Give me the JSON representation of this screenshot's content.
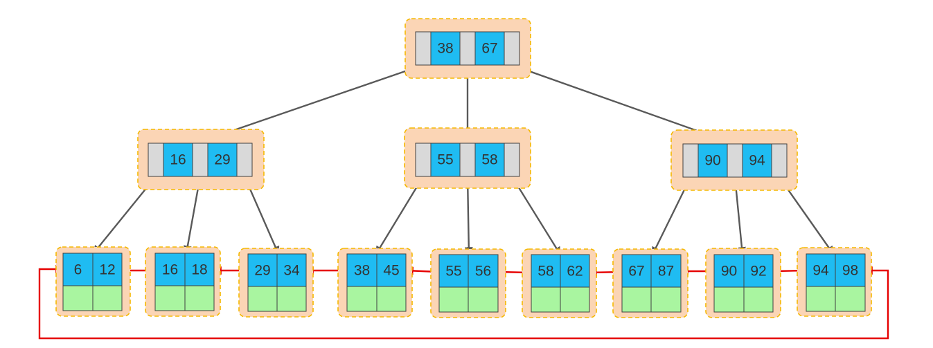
{
  "colors": {
    "node_fill": "#FBD5B5",
    "node_border": "#F5B800",
    "pointer_cell": "#D9D9D9",
    "key_cell": "#1FBCF2",
    "data_cell": "#A9F5A0",
    "tree_edge": "#595959",
    "leaf_link": "#E60000"
  },
  "tree": {
    "root": {
      "keys": [
        "38",
        "67"
      ]
    },
    "internal": [
      {
        "keys": [
          "16",
          "29"
        ]
      },
      {
        "keys": [
          "55",
          "58"
        ]
      },
      {
        "keys": [
          "90",
          "94"
        ]
      }
    ],
    "leaves": [
      {
        "keys": [
          "6",
          "12"
        ]
      },
      {
        "keys": [
          "16",
          "18"
        ]
      },
      {
        "keys": [
          "29",
          "34"
        ]
      },
      {
        "keys": [
          "38",
          "45"
        ]
      },
      {
        "keys": [
          "55",
          "56"
        ]
      },
      {
        "keys": [
          "58",
          "62"
        ]
      },
      {
        "keys": [
          "67",
          "87"
        ]
      },
      {
        "keys": [
          "90",
          "92"
        ]
      },
      {
        "keys": [
          "94",
          "98"
        ]
      }
    ]
  }
}
